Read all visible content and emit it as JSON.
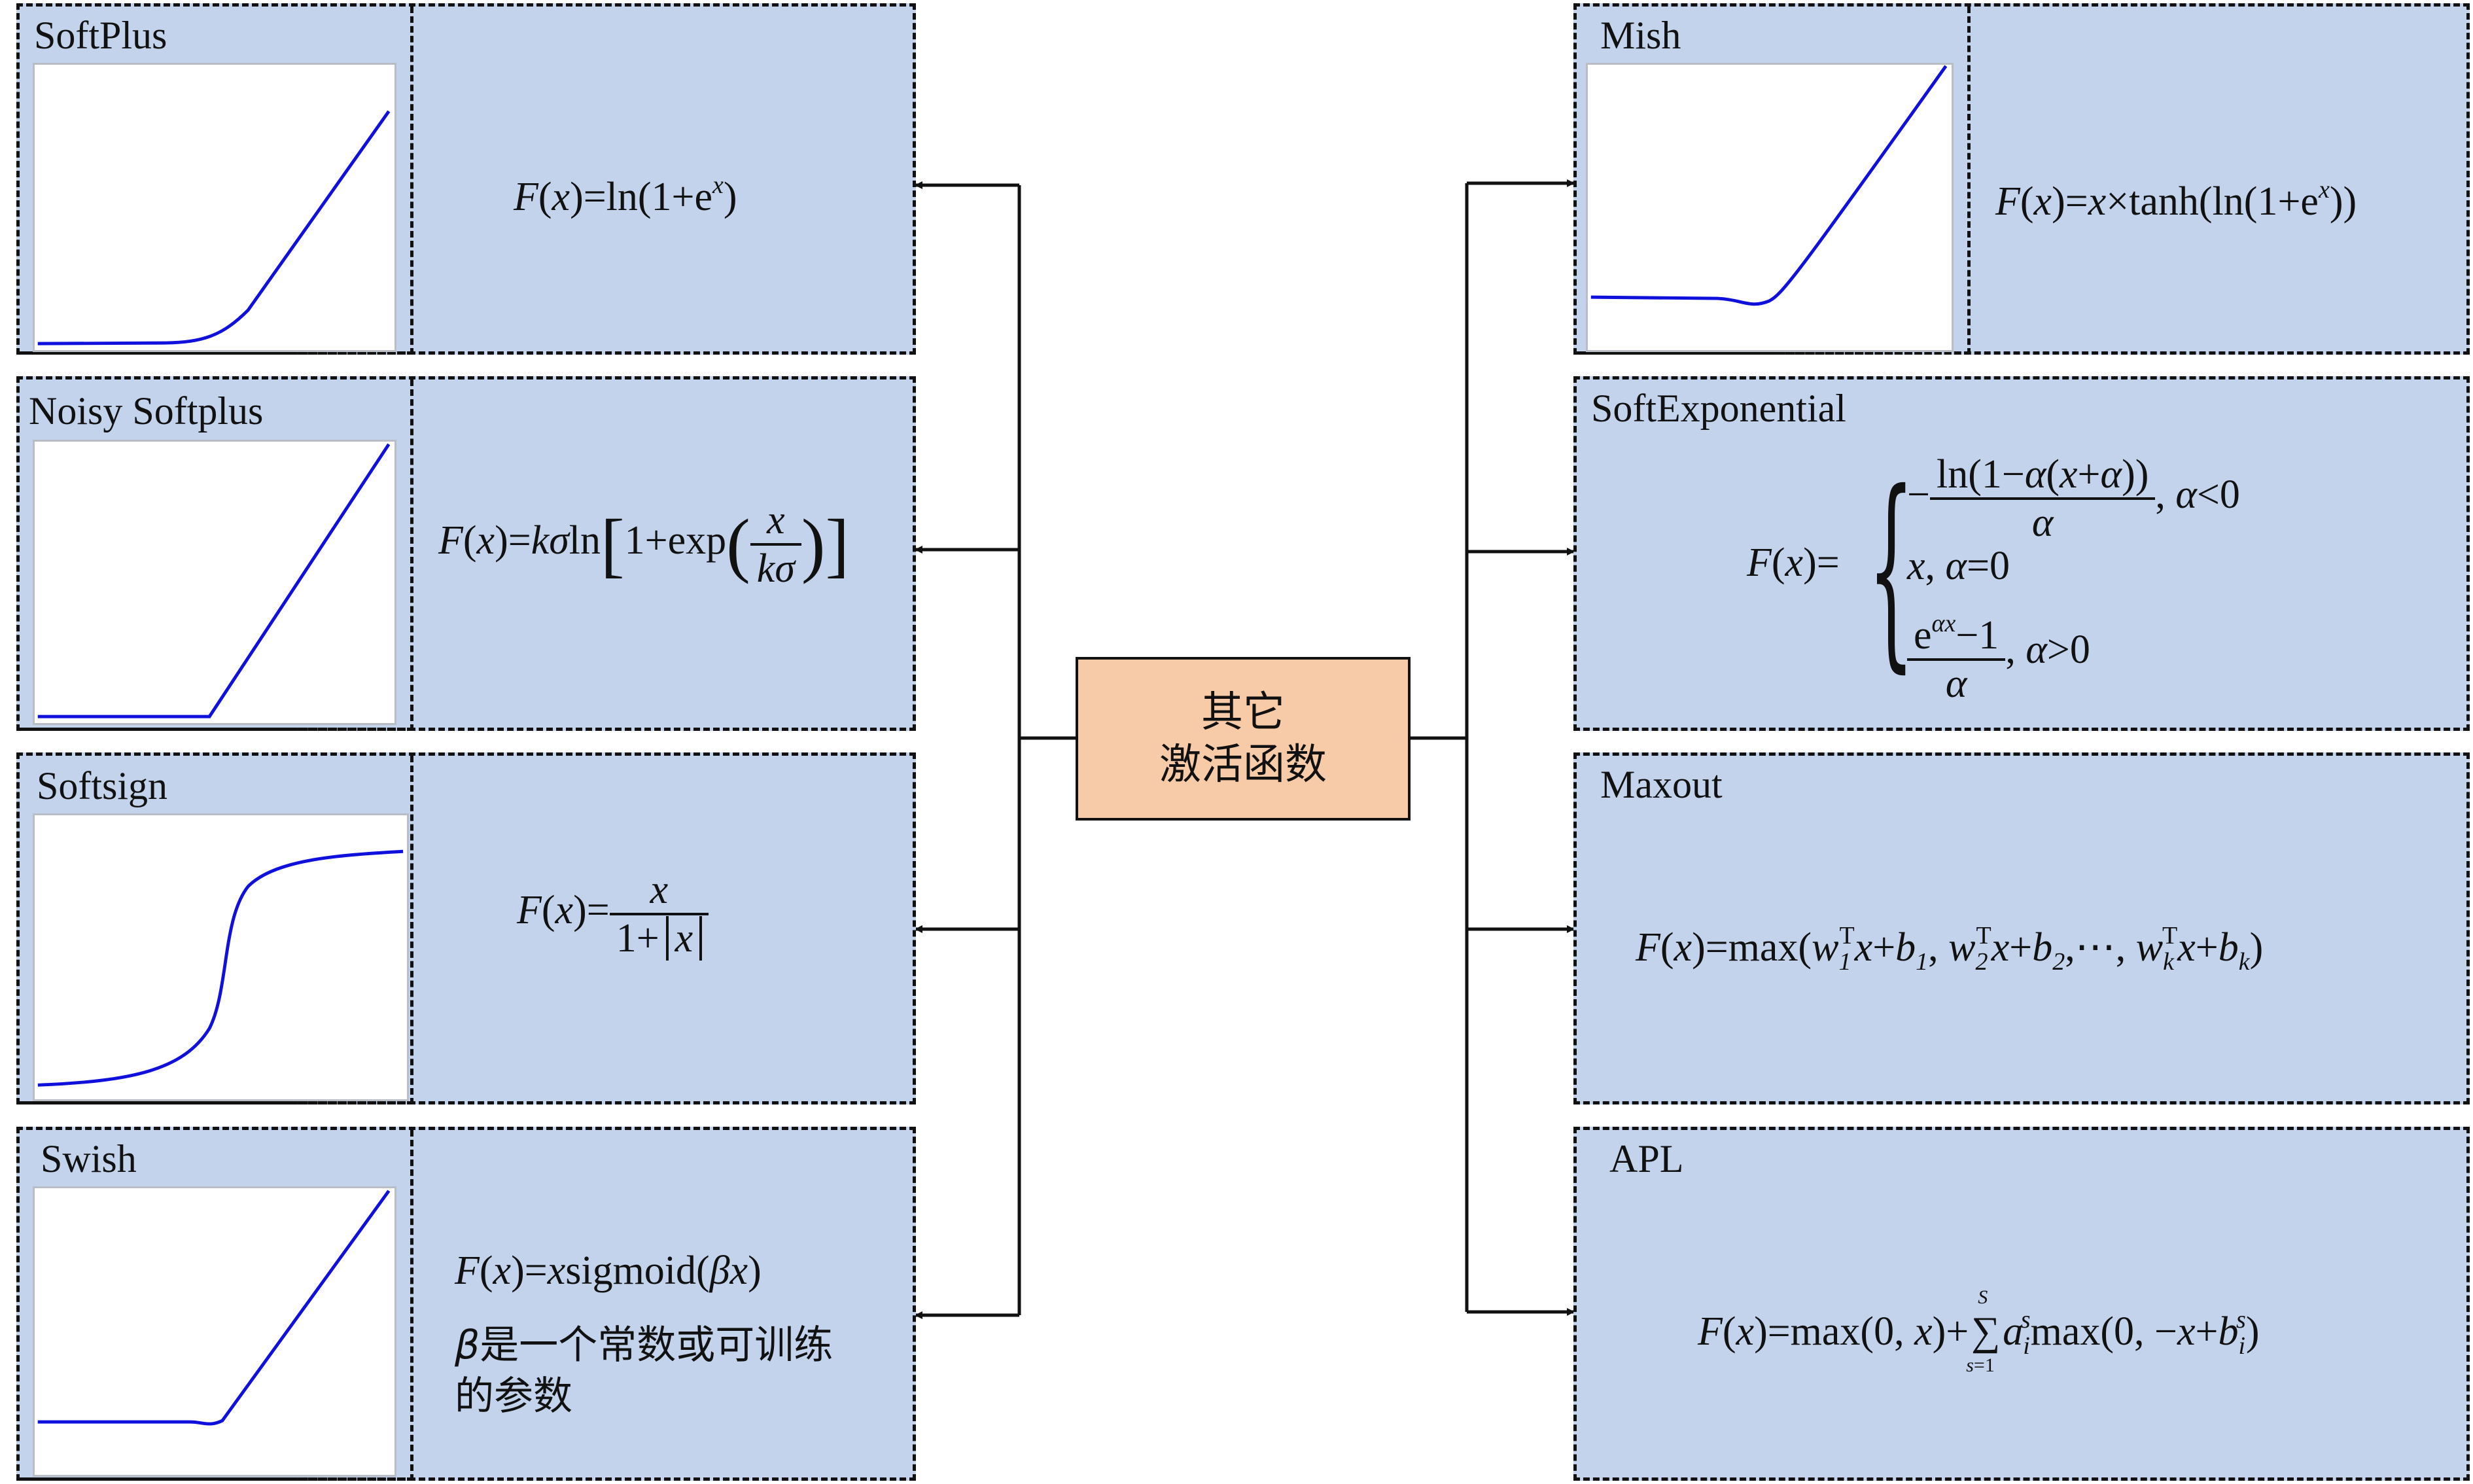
{
  "center": {
    "line1": "其它",
    "line2": "激活函数"
  },
  "panels": {
    "softplus": {
      "title": "SoftPlus",
      "formula_lhs": "F",
      "formula_rhs": "ln(1+e",
      "sup": "x"
    },
    "noisy_softplus": {
      "title": "Noisy Softplus"
    },
    "softsign": {
      "title": "Softsign"
    },
    "swish": {
      "title": "Swish",
      "note_line1": "是一个常数或可训练",
      "note_line2": "的参数"
    },
    "mish": {
      "title": "Mish"
    },
    "softexponential": {
      "title": "SoftExponential"
    },
    "maxout": {
      "title": "Maxout"
    },
    "apl": {
      "title": "APL"
    }
  },
  "colors": {
    "panel": "#c4d3ec",
    "center": "#f7caa8",
    "curve": "#1010dd",
    "border": "#111111"
  },
  "icons": {
    "arrow": "arrow-head-icon"
  }
}
